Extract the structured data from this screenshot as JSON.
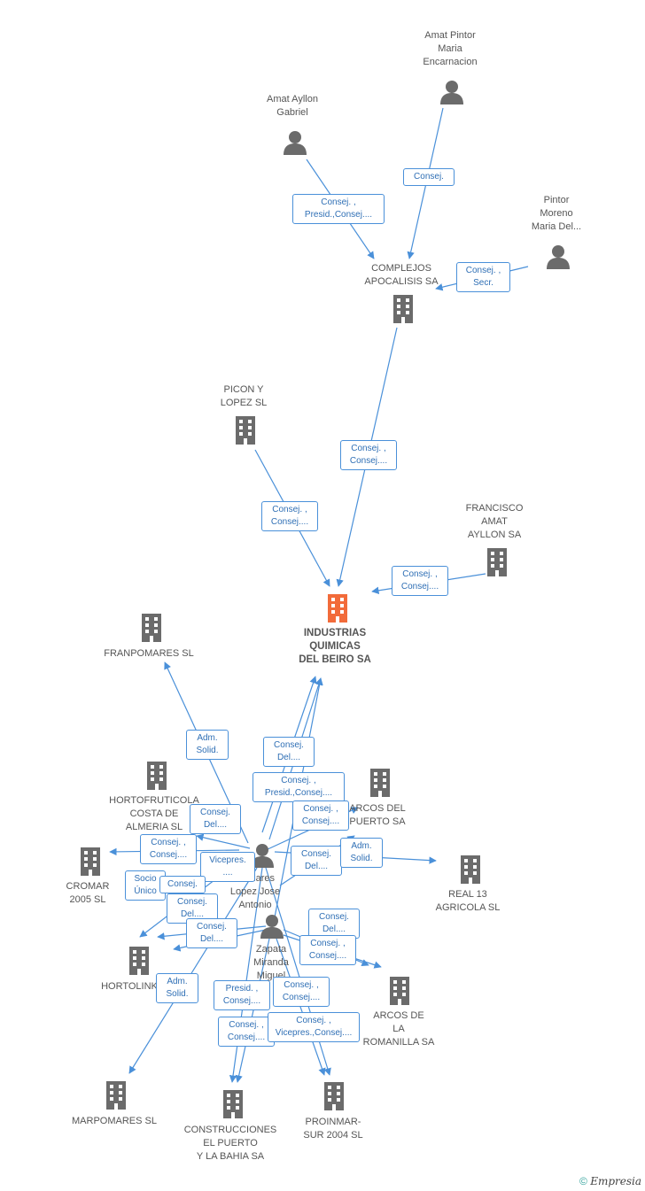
{
  "nodes": [
    {
      "id": "amat_pintor",
      "label": "Amat Pintor\nMaria\nEncarnacion",
      "type": "person"
    },
    {
      "id": "amat_ayllon",
      "label": "Amat Ayllon\nGabriel",
      "type": "person"
    },
    {
      "id": "pintor_moreno",
      "label": "Pintor\nMoreno\nMaria Del...",
      "type": "person"
    },
    {
      "id": "complejos",
      "label": "COMPLEJOS\nAPOCALISIS SA",
      "type": "company"
    },
    {
      "id": "picon",
      "label": "PICON Y\nLOPEZ SL",
      "type": "company"
    },
    {
      "id": "francisco",
      "label": "FRANCISCO\nAMAT\nAYLLON SA",
      "type": "company"
    },
    {
      "id": "industrias",
      "label": "INDUSTRIAS\nQUIMICAS\nDEL BEIRO SA",
      "type": "main"
    },
    {
      "id": "franpomares",
      "label": "FRANPOMARES SL",
      "type": "company"
    },
    {
      "id": "hortofruticola",
      "label": "HORTOFRUTICOLA\nCOSTA DE\nALMERIA SL",
      "type": "company"
    },
    {
      "id": "arcos_puerto",
      "label": "ARCOS DEL\nPUERTO SA",
      "type": "company"
    },
    {
      "id": "cromar",
      "label": "CROMAR\n2005 SL",
      "type": "company"
    },
    {
      "id": "pomares",
      "label": "Pomares\nLopez Jose\nAntonio",
      "type": "person"
    },
    {
      "id": "real13",
      "label": "REAL 13\nAGRICOLA SL",
      "type": "company"
    },
    {
      "id": "zapata",
      "label": "Zapata\nMiranda\nMiguel",
      "type": "person"
    },
    {
      "id": "hortolink",
      "label": "HORTOLINK",
      "type": "company"
    },
    {
      "id": "arcos_romanilla",
      "label": "ARCOS DE\nLA\nROMANILLA SA",
      "type": "company"
    },
    {
      "id": "marpomares",
      "label": "MARPOMARES SL",
      "type": "company"
    },
    {
      "id": "construcciones",
      "label": "CONSTRUCCIONES\nEL PUERTO\nY LA BAHIA SA",
      "type": "company"
    },
    {
      "id": "proinmar",
      "label": "PROINMAR-\nSUR 2004 SL",
      "type": "company"
    }
  ],
  "edge_labels": [
    "Consej.",
    "Consej. ,\nPresid.,Consej....",
    "Consej. ,\nSecr.",
    "Consej. ,\nConsej....",
    "Consej. ,\nConsej....",
    "Consej. ,\nConsej....",
    "Adm.\nSolid.",
    "Consej.\nDel....",
    "Consej. ,\nPresid.,Consej....",
    "Consej. ,\nConsej....",
    "Consej.\nDel....",
    "Consej. ,\nConsej....",
    "Vicepres.\n....",
    "Consej.\nDel....",
    "Adm.\nSolid.",
    "Socio\nÚnico",
    "Consej.",
    "Consej.\nDel....",
    "Consej.\nDel....",
    "Consej.\nDel....",
    "Consej. ,\nConsej....",
    "Adm.\nSolid.",
    "Presid. ,\nConsej....",
    "Consej. ,\nConsej....",
    "Consej. ,\nConsej....",
    "Consej. ,\nVicepres.,Consej...."
  ],
  "colors": {
    "edge": "#4a90d9",
    "icon": "#6b6b6b",
    "main": "#f26b3a",
    "label_text": "#2f6fb5"
  },
  "watermark": {
    "symbol": "©",
    "brand": "Empresia"
  }
}
